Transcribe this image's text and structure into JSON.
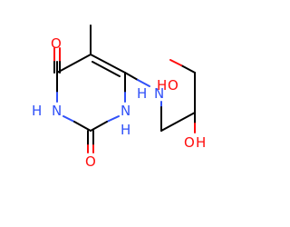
{
  "molecule": {
    "atom_labels": {
      "o_top": "O",
      "o_bottom": "O",
      "nh_ring_3": "H",
      "nh_ring_3_n": "N",
      "nh_ring_1": "N",
      "nh_ring_1_h": "H",
      "nh_amine_h": "H",
      "nh_amine_n": "N",
      "oh_top_h": "H",
      "oh_top_o": "O",
      "oh_bottom_o": "O",
      "oh_bottom_h": "H"
    },
    "colors": {
      "oxygen": "#ff0d0d",
      "nitrogen": "#3050f8",
      "carbon_bond": "#000000",
      "background": "#ffffff"
    }
  }
}
